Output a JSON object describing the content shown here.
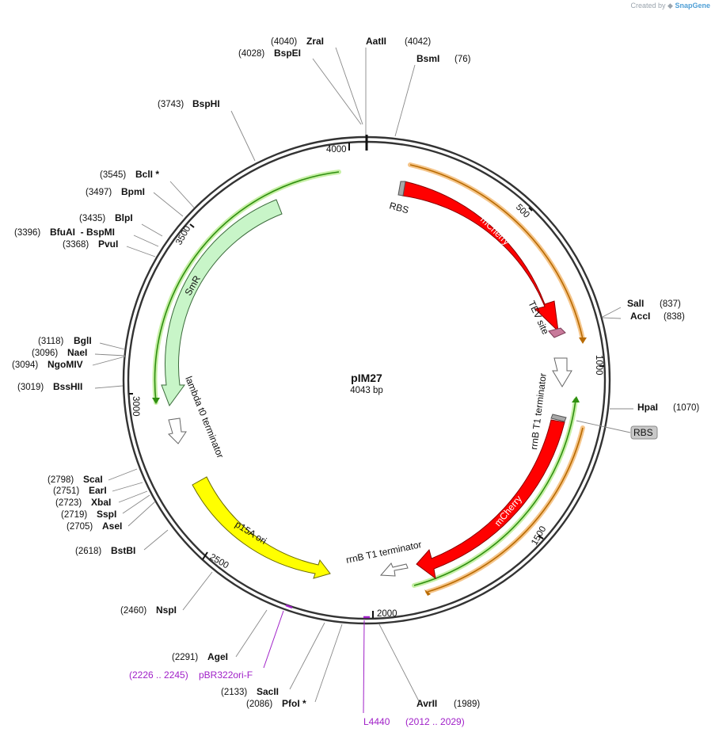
{
  "watermark": {
    "prefix": "Created by",
    "brand": "SnapGene"
  },
  "plasmid": {
    "name": "pIM27",
    "length_label": "4043 bp",
    "length": 4043
  },
  "ticks": [
    "500",
    "1000",
    "1500",
    "2000",
    "2500",
    "3000",
    "3500",
    "4000"
  ],
  "sites": [
    {
      "pos": "(4040)",
      "enzyme": "ZraI"
    },
    {
      "pos": "(4042)",
      "enzyme": "AatII"
    },
    {
      "pos": "(4028)",
      "enzyme": "BspEI"
    },
    {
      "pos": "(76)",
      "enzyme": "BsmI"
    },
    {
      "pos": "(3743)",
      "enzyme": "BspHI"
    },
    {
      "pos": "(3545)",
      "enzyme": "BclI *"
    },
    {
      "pos": "(3497)",
      "enzyme": "BpmI"
    },
    {
      "pos": "(3435)",
      "enzyme": "BlpI"
    },
    {
      "pos": "(3396)",
      "enzyme": "BfuAI  - BspMI"
    },
    {
      "pos": "(3368)",
      "enzyme": "PvuI"
    },
    {
      "pos": "(837)",
      "enzyme": "SalI"
    },
    {
      "pos": "(838)",
      "enzyme": "AccI"
    },
    {
      "pos": "(1070)",
      "enzyme": "HpaI"
    },
    {
      "pos": "(3118)",
      "enzyme": "BglI"
    },
    {
      "pos": "(3096)",
      "enzyme": "NaeI"
    },
    {
      "pos": "(3094)",
      "enzyme": "NgoMIV"
    },
    {
      "pos": "(3019)",
      "enzyme": "BssHII"
    },
    {
      "pos": "(2798)",
      "enzyme": "ScaI"
    },
    {
      "pos": "(2751)",
      "enzyme": "EarI"
    },
    {
      "pos": "(2723)",
      "enzyme": "XbaI"
    },
    {
      "pos": "(2719)",
      "enzyme": "SspI"
    },
    {
      "pos": "(2705)",
      "enzyme": "AseI"
    },
    {
      "pos": "(2618)",
      "enzyme": "BstBI"
    },
    {
      "pos": "(2460)",
      "enzyme": "NspI"
    },
    {
      "pos": "(2291)",
      "enzyme": "AgeI"
    },
    {
      "pos": "(2133)",
      "enzyme": "SacII"
    },
    {
      "pos": "(2086)",
      "enzyme": "PfoI *"
    },
    {
      "pos": "(1989)",
      "enzyme": "AvrII"
    }
  ],
  "primers": [
    {
      "name": "pBR322ori-F",
      "range": "(2226 .. 2245)",
      "color": "#a020c8"
    },
    {
      "name": "L4440",
      "range": "(2012 .. 2029)",
      "color": "#a020c8"
    }
  ],
  "features": [
    {
      "name": "RBS",
      "color": "#c8c8c8"
    },
    {
      "name": "mCherry",
      "color": "#ff0000"
    },
    {
      "name": "TEV site",
      "color": "#c87a9a"
    },
    {
      "name": "rrnB T1 terminator",
      "color": "#ffffff"
    },
    {
      "name": "RBS",
      "color": "#c8c8c8"
    },
    {
      "name": "mCherry",
      "color": "#ff0000"
    },
    {
      "name": "rrnB T1 terminator",
      "color": "#ffffff"
    },
    {
      "name": "p15A ori",
      "color": "#ffff00"
    },
    {
      "name": "lambda t0 terminator",
      "color": "#ffffff"
    },
    {
      "name": "SmR",
      "color": "#c8f5c8"
    }
  ],
  "colors": {
    "backbone": "#333333",
    "orf_orange": "#f5a623",
    "orf_green": "#33aa22",
    "primer": "#a020c8"
  }
}
